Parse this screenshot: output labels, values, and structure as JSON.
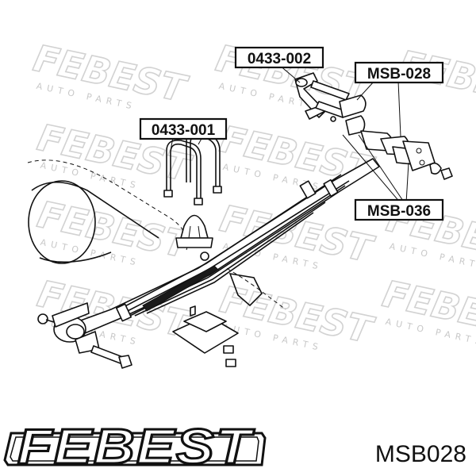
{
  "watermark": {
    "brand": "FEBEST",
    "sub": "AUTO PARTS"
  },
  "callouts": [
    {
      "id": "0433-002",
      "label": "0433-002"
    },
    {
      "id": "MSB-028",
      "label": "MSB-028"
    },
    {
      "id": "0433-001",
      "label": "0433-001"
    },
    {
      "id": "MSB-036",
      "label": "MSB-036"
    }
  ],
  "footer": {
    "logo": "FEBEST",
    "part_number": "MSB028"
  }
}
